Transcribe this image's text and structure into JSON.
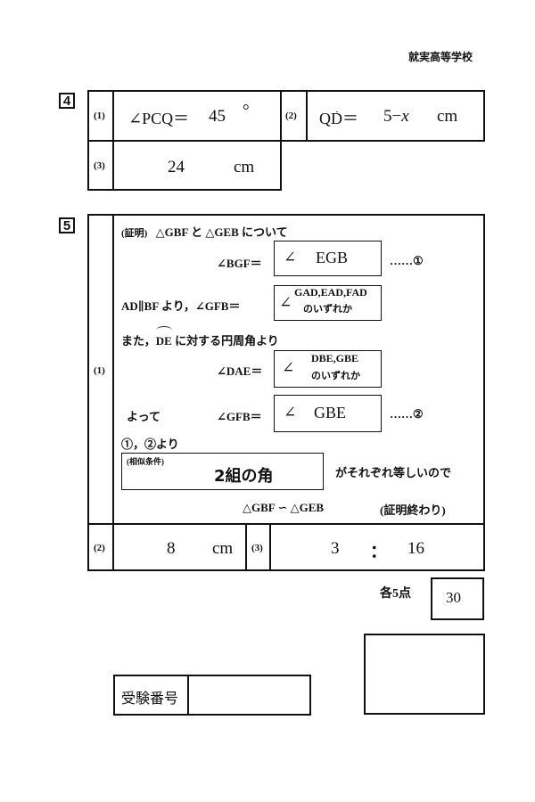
{
  "header": {
    "school": "就実高等学校"
  },
  "q4": {
    "num": "4",
    "p1": {
      "label": "(1)",
      "expr": "∠PCQ＝",
      "value": "45",
      "unit": "°"
    },
    "p2": {
      "label": "(2)",
      "expr_pre": "Q",
      "expr_d": "D",
      "expr_eq": "＝",
      "value": "5−",
      "var": "x",
      "unit": "cm"
    },
    "p3": {
      "label": "(3)",
      "value": "24",
      "unit": "cm"
    }
  },
  "q5": {
    "num": "5",
    "p1": {
      "label": "(1)",
      "intro_head": "(証明)",
      "intro": "△GBF と △GEB について",
      "row1": {
        "lhs": "∠BGF＝",
        "angle": "∠",
        "answer": "EGB",
        "ref": "……①"
      },
      "row2": {
        "pre": "AD∥BF より，∠GFB＝",
        "angle": "∠",
        "answer": "GAD,EAD,FAD",
        "note": "のいずれか"
      },
      "row3_pre": "また，",
      "row3_arc": "DE",
      "row3_post": " に対する円周角より",
      "row4": {
        "lhs": "∠DAE＝",
        "angle": "∠",
        "answer": "DBE,GBE",
        "note": "のいずれか"
      },
      "row5": {
        "therefore": "よって",
        "lhs": "∠GFB＝",
        "angle": "∠",
        "answer": "GBE",
        "ref": "……②"
      },
      "row6": "①，②より",
      "condition": {
        "tag": "(相似条件)",
        "answer": "2組の角"
      },
      "cond_post": "がそれぞれ等しいので",
      "conclusion": "△GBF ∽ △GEB",
      "end": "(証明終わり)"
    },
    "p2": {
      "label": "(2)",
      "value": "8",
      "unit": "cm"
    },
    "p3": {
      "label": "(3)",
      "a": "3",
      "colon": "：",
      "b": "16"
    }
  },
  "scoring": {
    "note": "各5点",
    "value": "30"
  },
  "exam_number": {
    "label": "受験番号",
    "value": ""
  },
  "score_box": {
    "value": ""
  }
}
